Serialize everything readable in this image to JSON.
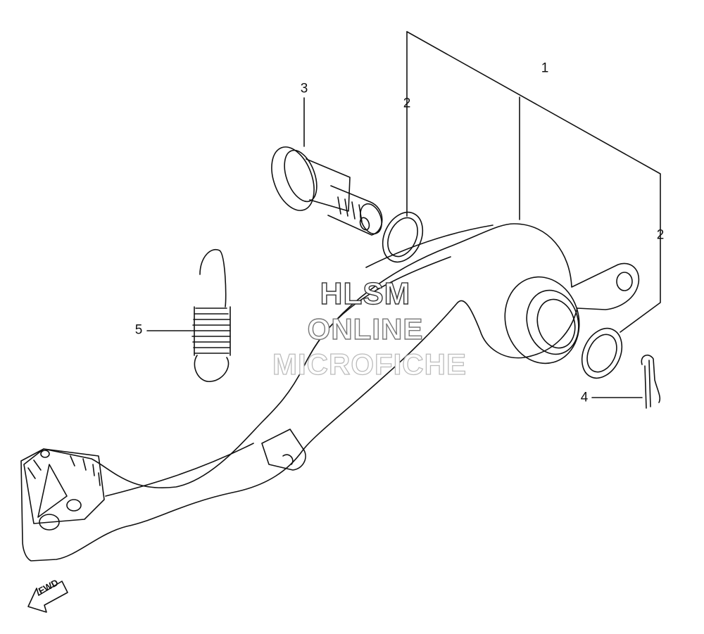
{
  "callouts": [
    {
      "label": "1"
    },
    {
      "label": "2"
    },
    {
      "label": "2"
    },
    {
      "label": "3"
    },
    {
      "label": "4"
    },
    {
      "label": "5"
    }
  ],
  "watermark": {
    "line1": "HLSM",
    "line2": "ONLINE",
    "line3": "MICROFICHE"
  },
  "direction_arrow": {
    "label": "FWD",
    "icon": "fwd-arrow-icon"
  },
  "colors": {
    "line": "#111111",
    "background": "#ffffff"
  }
}
